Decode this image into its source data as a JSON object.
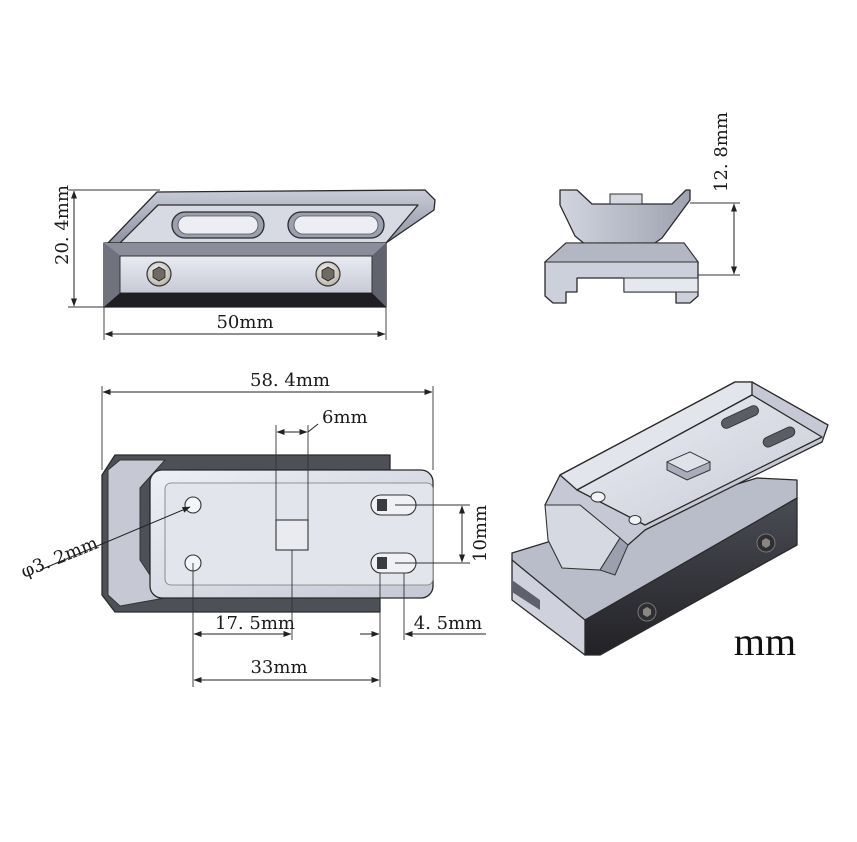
{
  "dimensions": {
    "top_view_height": "20. 4mm",
    "top_view_width": "50mm",
    "side_view_height": "12. 8mm",
    "bottom_total_width": "58. 4mm",
    "slot_width": "6mm",
    "hole_diameter": "φ3. 2mm",
    "slot_spacing": "10mm",
    "hole_to_center": "17. 5mm",
    "slot_offset": "4. 5mm",
    "hole_to_slot": "33mm"
  },
  "unit_label": "mm",
  "colors": {
    "metal_light": "#e4e7ef",
    "metal_mid": "#b9bdcc",
    "metal_dark": "#5a5d66",
    "metal_black": "#2b2b2f",
    "line": "#222222"
  }
}
